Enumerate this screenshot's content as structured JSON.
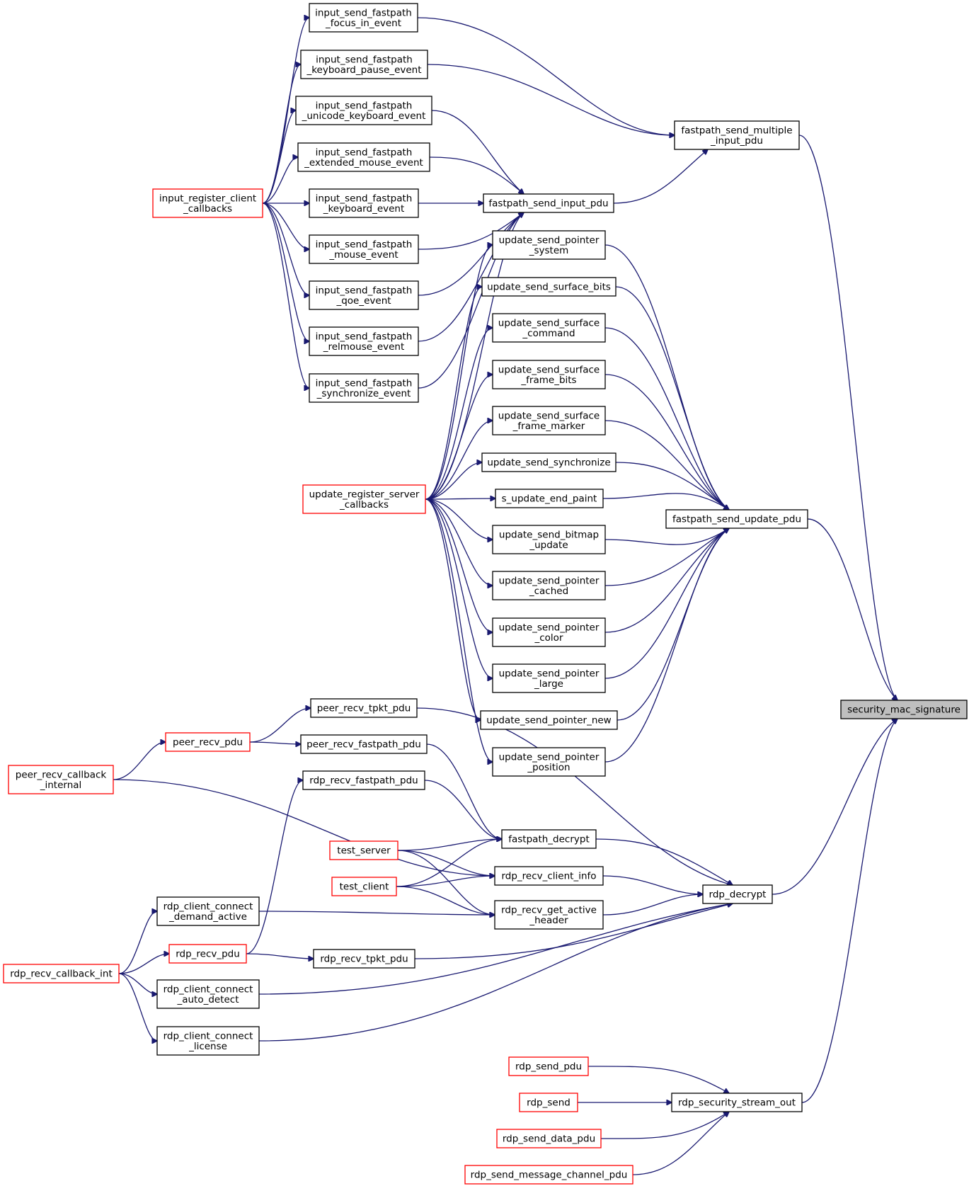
{
  "diagram": {
    "type": "call-graph",
    "root": "security_mac_signature",
    "colors": {
      "edge": "#191970",
      "node_border": "#000000",
      "truncated_border": "#ff0000",
      "root_fill": "#bfbfbf"
    },
    "nodes": {
      "security_mac_signature": {
        "lines": [
          "security_mac_signature"
        ],
        "style": "root"
      },
      "fastpath_send_multiple_input_pdu": {
        "lines": [
          "fastpath_send_multiple",
          "_input_pdu"
        ],
        "style": "normal"
      },
      "fastpath_send_update_pdu": {
        "lines": [
          "fastpath_send_update_pdu"
        ],
        "style": "normal"
      },
      "rdp_decrypt": {
        "lines": [
          "rdp_decrypt"
        ],
        "style": "normal"
      },
      "rdp_security_stream_out": {
        "lines": [
          "rdp_security_stream_out"
        ],
        "style": "normal"
      },
      "input_send_fastpath_focus_in_event": {
        "lines": [
          "input_send_fastpath",
          "_focus_in_event"
        ],
        "style": "normal"
      },
      "input_send_fastpath_keyboard_pause_event": {
        "lines": [
          "input_send_fastpath",
          "_keyboard_pause_event"
        ],
        "style": "normal"
      },
      "input_send_fastpath_unicode_keyboard_event": {
        "lines": [
          "input_send_fastpath",
          "_unicode_keyboard_event"
        ],
        "style": "normal"
      },
      "input_send_fastpath_extended_mouse_event": {
        "lines": [
          "input_send_fastpath",
          "_extended_mouse_event"
        ],
        "style": "normal"
      },
      "input_send_fastpath_keyboard_event": {
        "lines": [
          "input_send_fastpath",
          "_keyboard_event"
        ],
        "style": "normal"
      },
      "input_send_fastpath_mouse_event": {
        "lines": [
          "input_send_fastpath",
          "_mouse_event"
        ],
        "style": "normal"
      },
      "input_send_fastpath_qoe_event": {
        "lines": [
          "input_send_fastpath",
          "_qoe_event"
        ],
        "style": "normal"
      },
      "input_send_fastpath_relmouse_event": {
        "lines": [
          "input_send_fastpath",
          "_relmouse_event"
        ],
        "style": "normal"
      },
      "input_send_fastpath_synchronize_event": {
        "lines": [
          "input_send_fastpath",
          "_synchronize_event"
        ],
        "style": "normal"
      },
      "input_register_client_callbacks": {
        "lines": [
          "input_register_client",
          "_callbacks"
        ],
        "style": "truncated"
      },
      "fastpath_send_input_pdu": {
        "lines": [
          "fastpath_send_input_pdu"
        ],
        "style": "normal"
      },
      "update_send_pointer_system": {
        "lines": [
          "update_send_pointer",
          "_system"
        ],
        "style": "normal"
      },
      "update_send_surface_bits": {
        "lines": [
          "update_send_surface_bits"
        ],
        "style": "normal"
      },
      "update_send_surface_command": {
        "lines": [
          "update_send_surface",
          "_command"
        ],
        "style": "normal"
      },
      "update_send_surface_frame_bits": {
        "lines": [
          "update_send_surface",
          "_frame_bits"
        ],
        "style": "normal"
      },
      "update_send_surface_frame_marker": {
        "lines": [
          "update_send_surface",
          "_frame_marker"
        ],
        "style": "normal"
      },
      "update_send_synchronize": {
        "lines": [
          "update_send_synchronize"
        ],
        "style": "normal"
      },
      "s_update_end_paint": {
        "lines": [
          "s_update_end_paint"
        ],
        "style": "normal"
      },
      "update_send_bitmap_update": {
        "lines": [
          "update_send_bitmap",
          "_update"
        ],
        "style": "normal"
      },
      "update_send_pointer_cached": {
        "lines": [
          "update_send_pointer",
          "_cached"
        ],
        "style": "normal"
      },
      "update_send_pointer_color": {
        "lines": [
          "update_send_pointer",
          "_color"
        ],
        "style": "normal"
      },
      "update_send_pointer_large": {
        "lines": [
          "update_send_pointer",
          "_large"
        ],
        "style": "normal"
      },
      "update_send_pointer_new": {
        "lines": [
          "update_send_pointer_new"
        ],
        "style": "normal"
      },
      "update_send_pointer_position": {
        "lines": [
          "update_send_pointer",
          "_position"
        ],
        "style": "normal"
      },
      "update_register_server_callbacks": {
        "lines": [
          "update_register_server",
          "_callbacks"
        ],
        "style": "truncated"
      },
      "peer_recv_tpkt_pdu": {
        "lines": [
          "peer_recv_tpkt_pdu"
        ],
        "style": "normal"
      },
      "peer_recv_pdu": {
        "lines": [
          "peer_recv_pdu"
        ],
        "style": "truncated"
      },
      "peer_recv_fastpath_pdu": {
        "lines": [
          "peer_recv_fastpath_pdu"
        ],
        "style": "normal"
      },
      "peer_recv_callback_internal": {
        "lines": [
          "peer_recv_callback",
          "_internal"
        ],
        "style": "truncated"
      },
      "rdp_recv_fastpath_pdu": {
        "lines": [
          "rdp_recv_fastpath_pdu"
        ],
        "style": "normal"
      },
      "fastpath_decrypt": {
        "lines": [
          "fastpath_decrypt"
        ],
        "style": "normal"
      },
      "test_server": {
        "lines": [
          "test_server"
        ],
        "style": "truncated"
      },
      "rdp_recv_client_info": {
        "lines": [
          "rdp_recv_client_info"
        ],
        "style": "normal"
      },
      "test_client": {
        "lines": [
          "test_client"
        ],
        "style": "truncated"
      },
      "rdp_recv_get_active_header": {
        "lines": [
          "rdp_recv_get_active",
          "_header"
        ],
        "style": "normal"
      },
      "rdp_client_connect_demand_active": {
        "lines": [
          "rdp_client_connect",
          "_demand_active"
        ],
        "style": "normal"
      },
      "rdp_recv_pdu": {
        "lines": [
          "rdp_recv_pdu"
        ],
        "style": "truncated"
      },
      "rdp_recv_tpkt_pdu": {
        "lines": [
          "rdp_recv_tpkt_pdu"
        ],
        "style": "normal"
      },
      "rdp_recv_callback_int": {
        "lines": [
          "rdp_recv_callback_int"
        ],
        "style": "truncated"
      },
      "rdp_client_connect_auto_detect": {
        "lines": [
          "rdp_client_connect",
          "_auto_detect"
        ],
        "style": "normal"
      },
      "rdp_client_connect_license": {
        "lines": [
          "rdp_client_connect",
          "_license"
        ],
        "style": "normal"
      },
      "rdp_send_pdu": {
        "lines": [
          "rdp_send_pdu"
        ],
        "style": "truncated"
      },
      "rdp_send": {
        "lines": [
          "rdp_send"
        ],
        "style": "truncated"
      },
      "rdp_send_data_pdu": {
        "lines": [
          "rdp_send_data_pdu"
        ],
        "style": "truncated"
      },
      "rdp_send_message_channel_pdu": {
        "lines": [
          "rdp_send_message_channel_pdu"
        ],
        "style": "truncated"
      }
    },
    "edges": [
      {
        "from": "fastpath_send_multiple_input_pdu",
        "to": "security_mac_signature"
      },
      {
        "from": "fastpath_send_update_pdu",
        "to": "security_mac_signature"
      },
      {
        "from": "rdp_decrypt",
        "to": "security_mac_signature"
      },
      {
        "from": "rdp_security_stream_out",
        "to": "security_mac_signature"
      },
      {
        "from": "input_send_fastpath_focus_in_event",
        "to": "fastpath_send_multiple_input_pdu"
      },
      {
        "from": "input_send_fastpath_keyboard_pause_event",
        "to": "fastpath_send_multiple_input_pdu"
      },
      {
        "from": "fastpath_send_input_pdu",
        "to": "fastpath_send_multiple_input_pdu"
      },
      {
        "from": "input_register_client_callbacks",
        "to": "input_send_fastpath_focus_in_event"
      },
      {
        "from": "input_register_client_callbacks",
        "to": "input_send_fastpath_keyboard_pause_event"
      },
      {
        "from": "input_register_client_callbacks",
        "to": "input_send_fastpath_unicode_keyboard_event"
      },
      {
        "from": "input_register_client_callbacks",
        "to": "input_send_fastpath_extended_mouse_event"
      },
      {
        "from": "input_register_client_callbacks",
        "to": "input_send_fastpath_keyboard_event"
      },
      {
        "from": "input_register_client_callbacks",
        "to": "input_send_fastpath_mouse_event"
      },
      {
        "from": "input_register_client_callbacks",
        "to": "input_send_fastpath_qoe_event"
      },
      {
        "from": "input_register_client_callbacks",
        "to": "input_send_fastpath_relmouse_event"
      },
      {
        "from": "input_register_client_callbacks",
        "to": "input_send_fastpath_synchronize_event"
      },
      {
        "from": "input_send_fastpath_unicode_keyboard_event",
        "to": "fastpath_send_input_pdu"
      },
      {
        "from": "input_send_fastpath_extended_mouse_event",
        "to": "fastpath_send_input_pdu"
      },
      {
        "from": "input_send_fastpath_keyboard_event",
        "to": "fastpath_send_input_pdu"
      },
      {
        "from": "input_send_fastpath_mouse_event",
        "to": "fastpath_send_input_pdu"
      },
      {
        "from": "input_send_fastpath_qoe_event",
        "to": "fastpath_send_input_pdu"
      },
      {
        "from": "input_send_fastpath_relmouse_event",
        "to": "fastpath_send_input_pdu"
      },
      {
        "from": "input_send_fastpath_synchronize_event",
        "to": "fastpath_send_input_pdu"
      },
      {
        "from": "update_register_server_callbacks",
        "to": "fastpath_send_input_pdu"
      },
      {
        "from": "update_send_pointer_system",
        "to": "fastpath_send_update_pdu"
      },
      {
        "from": "update_send_surface_bits",
        "to": "fastpath_send_update_pdu"
      },
      {
        "from": "update_send_surface_command",
        "to": "fastpath_send_update_pdu"
      },
      {
        "from": "update_send_surface_frame_bits",
        "to": "fastpath_send_update_pdu"
      },
      {
        "from": "update_send_surface_frame_marker",
        "to": "fastpath_send_update_pdu"
      },
      {
        "from": "update_send_synchronize",
        "to": "fastpath_send_update_pdu"
      },
      {
        "from": "s_update_end_paint",
        "to": "fastpath_send_update_pdu"
      },
      {
        "from": "update_send_bitmap_update",
        "to": "fastpath_send_update_pdu"
      },
      {
        "from": "update_send_pointer_cached",
        "to": "fastpath_send_update_pdu"
      },
      {
        "from": "update_send_pointer_color",
        "to": "fastpath_send_update_pdu"
      },
      {
        "from": "update_send_pointer_large",
        "to": "fastpath_send_update_pdu"
      },
      {
        "from": "update_send_pointer_new",
        "to": "fastpath_send_update_pdu"
      },
      {
        "from": "update_send_pointer_position",
        "to": "fastpath_send_update_pdu"
      },
      {
        "from": "update_register_server_callbacks",
        "to": "update_send_pointer_system"
      },
      {
        "from": "update_register_server_callbacks",
        "to": "update_send_surface_bits"
      },
      {
        "from": "update_register_server_callbacks",
        "to": "update_send_surface_command"
      },
      {
        "from": "update_register_server_callbacks",
        "to": "update_send_surface_frame_bits"
      },
      {
        "from": "update_register_server_callbacks",
        "to": "update_send_surface_frame_marker"
      },
      {
        "from": "update_register_server_callbacks",
        "to": "update_send_synchronize"
      },
      {
        "from": "update_register_server_callbacks",
        "to": "s_update_end_paint"
      },
      {
        "from": "update_register_server_callbacks",
        "to": "update_send_bitmap_update"
      },
      {
        "from": "update_register_server_callbacks",
        "to": "update_send_pointer_cached"
      },
      {
        "from": "update_register_server_callbacks",
        "to": "update_send_pointer_color"
      },
      {
        "from": "update_register_server_callbacks",
        "to": "update_send_pointer_large"
      },
      {
        "from": "update_register_server_callbacks",
        "to": "update_send_pointer_new"
      },
      {
        "from": "update_register_server_callbacks",
        "to": "update_send_pointer_position"
      },
      {
        "from": "peer_recv_tpkt_pdu",
        "to": "rdp_decrypt"
      },
      {
        "from": "fastpath_decrypt",
        "to": "rdp_decrypt"
      },
      {
        "from": "rdp_recv_client_info",
        "to": "rdp_decrypt"
      },
      {
        "from": "rdp_recv_get_active_header",
        "to": "rdp_decrypt"
      },
      {
        "from": "rdp_recv_tpkt_pdu",
        "to": "rdp_decrypt"
      },
      {
        "from": "rdp_client_connect_auto_detect",
        "to": "rdp_decrypt"
      },
      {
        "from": "rdp_client_connect_license",
        "to": "rdp_decrypt"
      },
      {
        "from": "peer_recv_pdu",
        "to": "peer_recv_tpkt_pdu"
      },
      {
        "from": "peer_recv_pdu",
        "to": "peer_recv_fastpath_pdu"
      },
      {
        "from": "peer_recv_callback_internal",
        "to": "peer_recv_pdu"
      },
      {
        "from": "peer_recv_callback_internal",
        "to": "rdp_recv_client_info"
      },
      {
        "from": "peer_recv_fastpath_pdu",
        "to": "fastpath_decrypt"
      },
      {
        "from": "rdp_recv_fastpath_pdu",
        "to": "fastpath_decrypt"
      },
      {
        "from": "test_server",
        "to": "fastpath_decrypt"
      },
      {
        "from": "test_server",
        "to": "rdp_recv_client_info"
      },
      {
        "from": "test_server",
        "to": "rdp_recv_get_active_header"
      },
      {
        "from": "test_client",
        "to": "fastpath_decrypt"
      },
      {
        "from": "test_client",
        "to": "rdp_recv_client_info"
      },
      {
        "from": "test_client",
        "to": "rdp_recv_get_active_header"
      },
      {
        "from": "rdp_client_connect_demand_active",
        "to": "rdp_recv_get_active_header"
      },
      {
        "from": "rdp_recv_pdu",
        "to": "rdp_recv_fastpath_pdu"
      },
      {
        "from": "rdp_recv_pdu",
        "to": "rdp_recv_tpkt_pdu"
      },
      {
        "from": "rdp_recv_callback_int",
        "to": "rdp_client_connect_demand_active"
      },
      {
        "from": "rdp_recv_callback_int",
        "to": "rdp_recv_pdu"
      },
      {
        "from": "rdp_recv_callback_int",
        "to": "rdp_client_connect_auto_detect"
      },
      {
        "from": "rdp_recv_callback_int",
        "to": "rdp_client_connect_license"
      },
      {
        "from": "rdp_send_pdu",
        "to": "rdp_security_stream_out"
      },
      {
        "from": "rdp_send",
        "to": "rdp_security_stream_out"
      },
      {
        "from": "rdp_send_data_pdu",
        "to": "rdp_security_stream_out"
      },
      {
        "from": "rdp_send_message_channel_pdu",
        "to": "rdp_security_stream_out"
      }
    ]
  }
}
